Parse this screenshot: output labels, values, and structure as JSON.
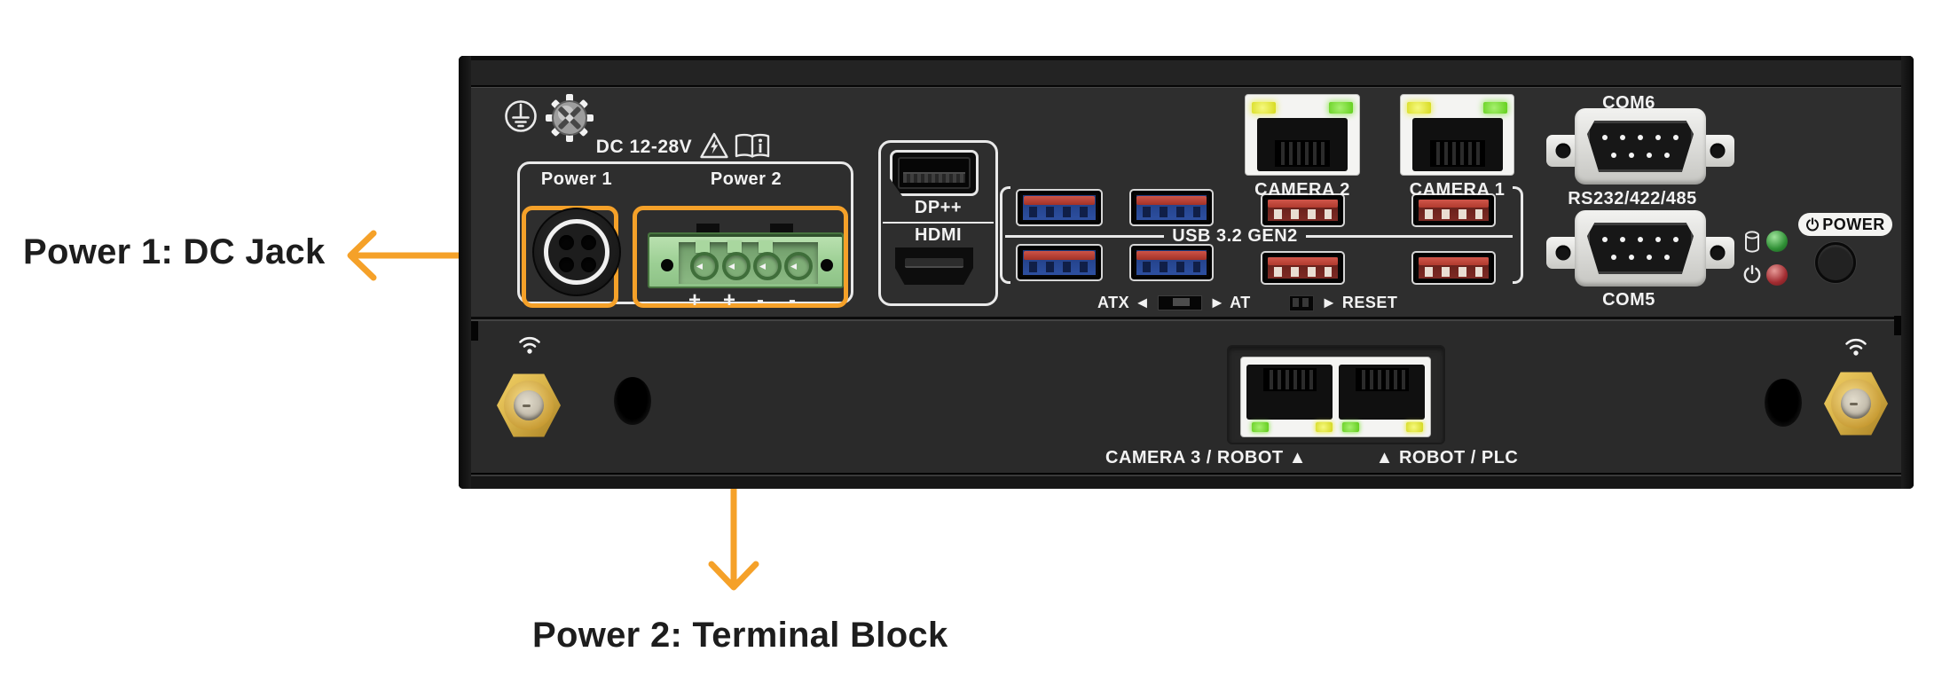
{
  "annotations": {
    "power1_label": "Power 1: DC Jack",
    "power2_label": "Power 2: Terminal Block"
  },
  "device": {
    "dc_rating": "DC 12-28V",
    "power_group": {
      "power1_title": "Power 1",
      "power2_title": "Power 2",
      "terminal_polarity": [
        "+",
        "+",
        "-",
        "-"
      ]
    },
    "display_group": {
      "dp_label": "DP++",
      "hdmi_label": "HDMI"
    },
    "usb_label": "USB 3.2 GEN2",
    "switches": {
      "atx_label": "ATX ◄",
      "at_label": "► AT",
      "reset_label": "► RESET"
    },
    "ethernet_top": {
      "camera2_label": "CAMERA 2",
      "camera1_label": "CAMERA 1"
    },
    "serial": {
      "com6_label": "COM6",
      "protocol_label": "RS232/422/485",
      "com5_label": "COM5"
    },
    "power_label": "POWER",
    "ethernet_bottom": {
      "left_label": "CAMERA 3 / ROBOT ▲",
      "right_label": "▲ ROBOT / PLC"
    }
  },
  "colors": {
    "annotation_orange": "#F5A129",
    "annotation_text": "#1D1D1D",
    "device_body": "#2E2E2E",
    "panel_text": "#F2F2F2",
    "terminal_green": "#9CCF94",
    "usb3_blue": "#2D4FA0",
    "usb_red": "#7E2A24",
    "led_yellow": "#DDE02A",
    "led_green": "#6CD32E",
    "status_led_green": "#2F8F35",
    "status_led_red": "#A12B30",
    "sma_gold": "#D9B44A"
  }
}
